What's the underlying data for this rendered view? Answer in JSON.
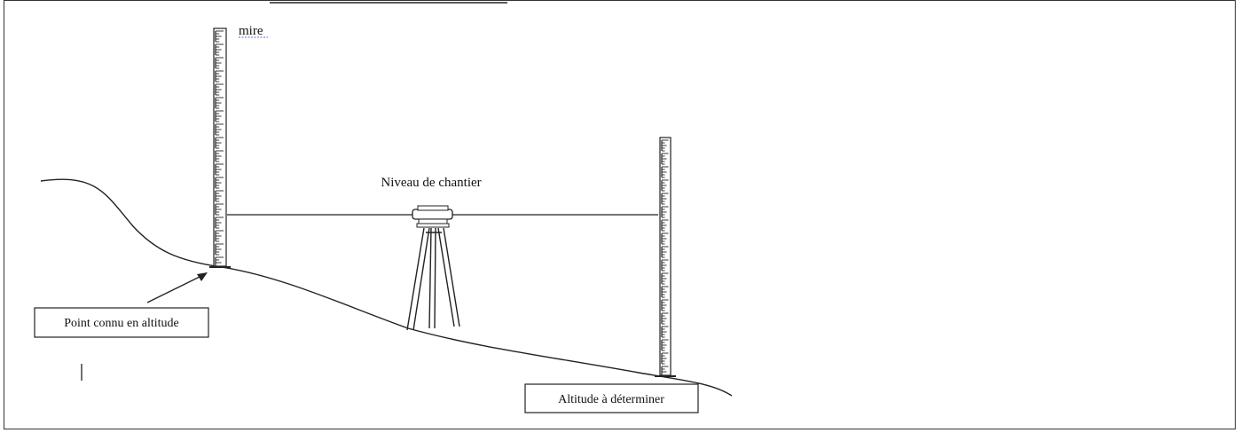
{
  "labels": {
    "rod_label": "mire",
    "level_label": "Niveau de chantier",
    "known_point_label": "Point connu en altitude",
    "unknown_point_label": "Altitude à déterminer"
  },
  "colors": {
    "line": "#222222",
    "rod_fill": "#ffffff",
    "background": "#ffffff"
  }
}
